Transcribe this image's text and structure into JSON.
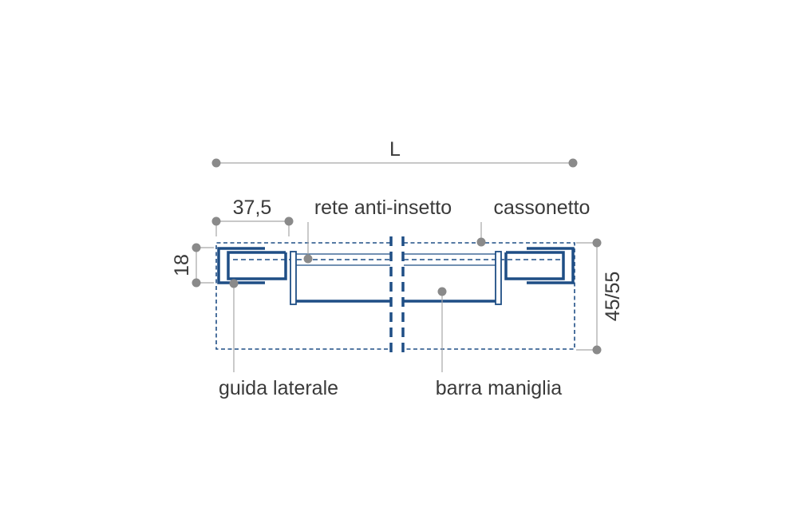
{
  "colors": {
    "profile": "#1f4e85",
    "dimension_line": "#a6a6a6",
    "marker": "#8a8a8a",
    "text": "#3a3a3a",
    "background": "#ffffff"
  },
  "dimensions": {
    "overall_width": "L",
    "guide_width": "37,5",
    "guide_height": "18",
    "box_height": "45/55"
  },
  "callouts": {
    "insect_screen": "rete anti-insetto",
    "box": "cassonetto",
    "side_guide": "guida laterale",
    "handle_bar": "barra maniglia"
  }
}
